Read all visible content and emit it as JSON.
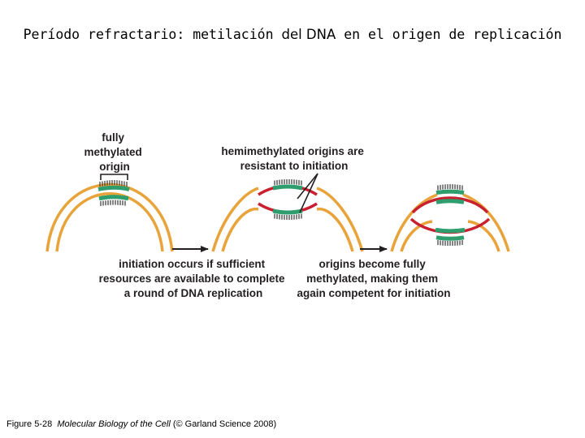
{
  "slide": {
    "title_part1": "Período refractario: metilación",
    "title_part2": "del DNA",
    "title_part3": "en el origen de replicación"
  },
  "figure": {
    "label_fully_methylated": [
      "fully",
      "methylated",
      "origin"
    ],
    "label_hemimethylated": [
      "hemimethylated origins are",
      "resistant to initiation"
    ],
    "label_initiation": [
      "initiation occurs if sufficient",
      "resources are available to complete",
      "a round of DNA replication"
    ],
    "label_remethylation": [
      "origins become fully",
      "methylated, making them",
      "again competent for initiation"
    ],
    "colors": {
      "parental_strand": "#e8a33a",
      "new_strand": "#c8202f",
      "methylated_origin": "#2e9e6e",
      "methyl_tick": "#333333",
      "text": "#231f20"
    }
  },
  "caption": {
    "figure_number": "Figure 5-28",
    "book": "Molecular Biology of the Cell",
    "credit": "(© Garland Science 2008)"
  }
}
